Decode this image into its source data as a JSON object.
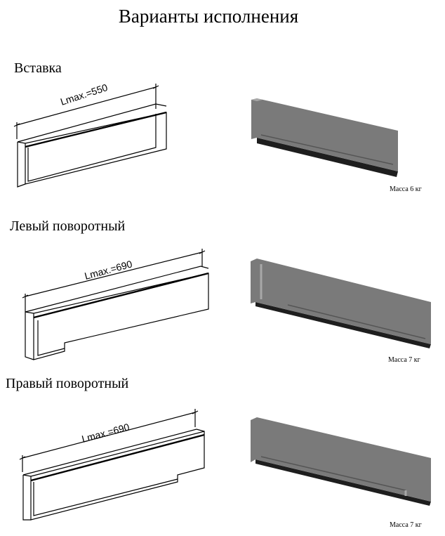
{
  "page": {
    "title": "Варианты исполнения"
  },
  "variants": [
    {
      "label": "Вставка",
      "dimension": "Lmax.=550",
      "mass": "Масса 6 кг"
    },
    {
      "label": "Левый поворотный",
      "dimension": "Lmax.=690",
      "mass": "Масса 7 кг"
    },
    {
      "label": "Правый поворотный",
      "dimension": "Lmax.=690",
      "mass": "Масса 7 кг"
    }
  ],
  "colors": {
    "render_face": "#7a7a7a",
    "render_top": "#a8a8a8",
    "render_shadow": "#1e1e1e",
    "line": "#000000"
  }
}
